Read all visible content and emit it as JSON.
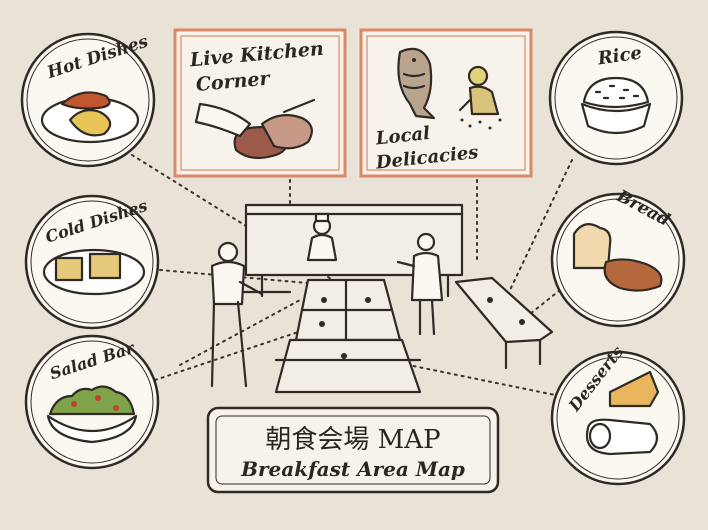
{
  "stations": {
    "hot_dishes": "Hot Dishes",
    "cold_dishes": "Cold Dishes",
    "salad_bar": "Salad Bar",
    "rice": "Rice",
    "bread": "Bread",
    "desserts": "Desserts",
    "live_kitchen_line1": "Live Kitchen",
    "live_kitchen_line2": "Corner",
    "local_line1": "Local",
    "local_line2": "Delicacies"
  },
  "title": {
    "jp": "朝食会場 MAP",
    "en": "Breakfast Area Map"
  },
  "colors": {
    "background": "#e9e2d6",
    "ink": "#2f2a25",
    "accent_frame": "#d98a66",
    "circle_fill": "#fbf8f2"
  }
}
